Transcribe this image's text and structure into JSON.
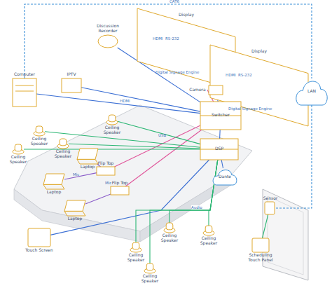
{
  "diagram": {
    "nodes": [
      {
        "text": [
          "Computer"
        ]
      },
      {
        "text": [
          "IPTV"
        ]
      },
      {
        "text": [
          "Discussion Recorder"
        ]
      },
      {
        "text": [
          "Display"
        ]
      },
      {
        "text": [
          "Display"
        ]
      },
      {
        "text": [
          "LAN"
        ]
      },
      {
        "text": [
          "Camera"
        ]
      },
      {
        "text": [
          "Switcher"
        ]
      },
      {
        "text": [
          "DSP"
        ]
      },
      {
        "text": [
          "Dante"
        ]
      },
      {
        "text": [
          "Touch Screen"
        ]
      },
      {
        "text": [
          "Laptop"
        ]
      },
      {
        "text": [
          "Laptop"
        ]
      },
      {
        "text": [
          "Laptop"
        ]
      },
      {
        "text": [
          "Flip Top"
        ]
      },
      {
        "text": [
          "Flip Top"
        ]
      },
      {
        "text": [
          "Ceiling Speaker"
        ]
      },
      {
        "text": [
          "Ceiling Speaker"
        ]
      },
      {
        "text": [
          "Ceiling Speaker"
        ]
      },
      {
        "text": [
          "Ceiling Speaker"
        ]
      },
      {
        "text": [
          "Ceiling Speaker"
        ]
      },
      {
        "text": [
          "Ceiling Speaker"
        ]
      },
      {
        "text": [
          "Ceiling Speaker"
        ]
      },
      {
        "text": [
          "Ceiling Speaker"
        ]
      },
      {
        "text": [
          "Scheduling Touch Panel"
        ]
      },
      {
        "text": [
          "Sensor"
        ]
      }
    ],
    "edges": [
      {
        "from": 0,
        "to": 7,
        "arrow": "none",
        "label": "HDMI"
      },
      {
        "from": 1,
        "to": 7,
        "arrow": "none"
      },
      {
        "from": 2,
        "to": 7,
        "arrow": "none"
      },
      {
        "from": 7,
        "to": 3,
        "arrow": "none"
      },
      {
        "from": 7,
        "to": 4,
        "arrow": "none"
      },
      {
        "from": 6,
        "to": 7,
        "arrow": "none"
      },
      {
        "from": 7,
        "to": 8,
        "arrow": "none"
      },
      {
        "from": 8,
        "to": 9,
        "arrow": "none"
      },
      {
        "from": 0,
        "to": 5,
        "arrow": "none",
        "label": "CAT6"
      },
      {
        "from": 4,
        "to": 5,
        "arrow": "none"
      },
      {
        "from": 5,
        "to": 25,
        "arrow": "none"
      },
      {
        "from": 25,
        "to": 24,
        "arrow": "none"
      },
      {
        "from": 11,
        "to": 14,
        "arrow": "none"
      },
      {
        "from": 12,
        "to": 14,
        "arrow": "none"
      },
      {
        "from": 13,
        "to": 15,
        "arrow": "none"
      },
      {
        "from": 14,
        "to": 7,
        "arrow": "none"
      },
      {
        "from": 15,
        "to": 7,
        "arrow": "none"
      },
      {
        "from": 10,
        "to": 8,
        "arrow": "none"
      },
      {
        "from": 8,
        "to": 16,
        "arrow": "none"
      },
      {
        "from": 8,
        "to": 17,
        "arrow": "none"
      },
      {
        "from": 8,
        "to": 18,
        "arrow": "none"
      },
      {
        "from": 8,
        "to": 19,
        "arrow": "none"
      },
      {
        "from": 8,
        "to": 20,
        "arrow": "none",
        "label": "Audio"
      },
      {
        "from": 8,
        "to": 21,
        "arrow": "none"
      },
      {
        "from": 8,
        "to": 22,
        "arrow": "none"
      },
      {
        "from": 8,
        "to": 23,
        "arrow": "none"
      }
    ],
    "labels": [
      "HDMI",
      "RS-232",
      "HDMI",
      "RS-232",
      "Digital Signage Engine",
      "Digital Signage Engine",
      "Mic",
      "Mic",
      "USB"
    ]
  }
}
